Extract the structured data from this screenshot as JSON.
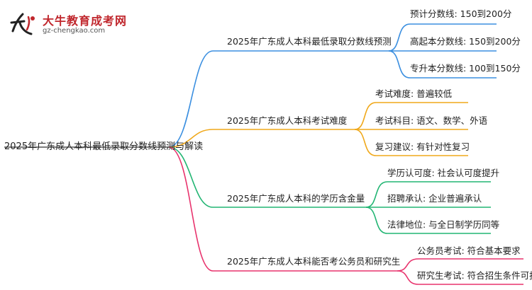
{
  "logo": {
    "title": "大牛教育成考网",
    "url": "gz-chengkao.com",
    "brand_color": "#c0272d"
  },
  "root": {
    "label": "2025年广东成人本科最低录取分数线预测与解读"
  },
  "branches": [
    {
      "label": "2025年广东成人本科最低录取分数线预测",
      "color": "#3b8fe0",
      "children": [
        {
          "label": "预计分数线: 150到200分"
        },
        {
          "label": "高起本分数线: 150到200分"
        },
        {
          "label": "专升本分数线: 100到150分"
        }
      ]
    },
    {
      "label": "2025年广东成人本科考试难度",
      "color": "#f0a81a",
      "children": [
        {
          "label": "考试难度: 普遍较低"
        },
        {
          "label": "考试科目: 语文、数学、外语"
        },
        {
          "label": "复习建议: 有针对性复习"
        }
      ]
    },
    {
      "label": "2025年广东成人本科的学历含金量",
      "color": "#22b573",
      "children": [
        {
          "label": "学历认可度: 社会认可度提升"
        },
        {
          "label": "招聘承认: 企业普遍承认"
        },
        {
          "label": "法律地位: 与全日制学历同等"
        }
      ]
    },
    {
      "label": "2025年广东成人本科能否考公务员和研究生",
      "color": "#e8336d",
      "children": [
        {
          "label": "公务员考试: 符合基本要求"
        },
        {
          "label": "研究生考试: 符合招生条件可报考"
        }
      ]
    }
  ]
}
